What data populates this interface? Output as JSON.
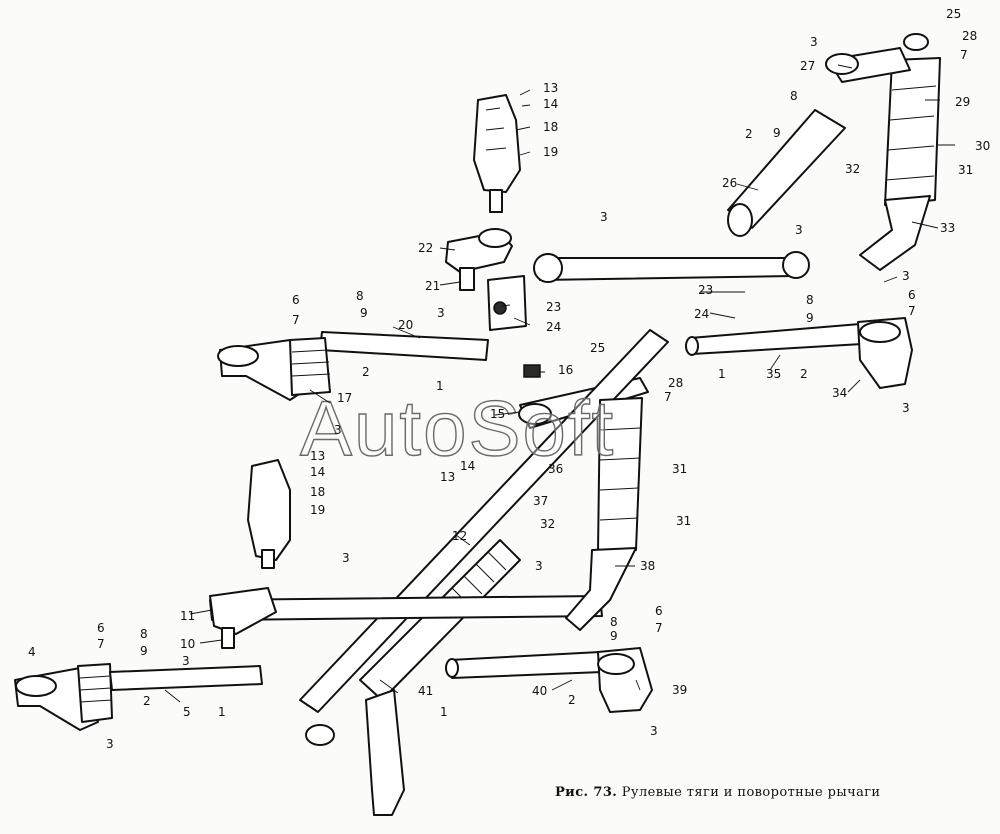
{
  "figure": {
    "caption_number": "Рис. 73.",
    "caption_text": "Рулевые тяги и поворотные рычаги"
  },
  "watermark": {
    "text": "AutoSoft"
  },
  "callouts": [
    "1",
    "2",
    "3",
    "4",
    "5",
    "6",
    "7",
    "8",
    "9",
    "10",
    "11",
    "12",
    "13",
    "14",
    "15",
    "16",
    "17",
    "18",
    "19",
    "20",
    "21",
    "22",
    "23",
    "24",
    "25",
    "26",
    "27",
    "28",
    "29",
    "30",
    "31",
    "32",
    "33",
    "34",
    "35",
    "36",
    "37",
    "38",
    "39",
    "40",
    "41"
  ],
  "colors": {
    "ink": "#111111",
    "paper": "#fbfbf9"
  }
}
